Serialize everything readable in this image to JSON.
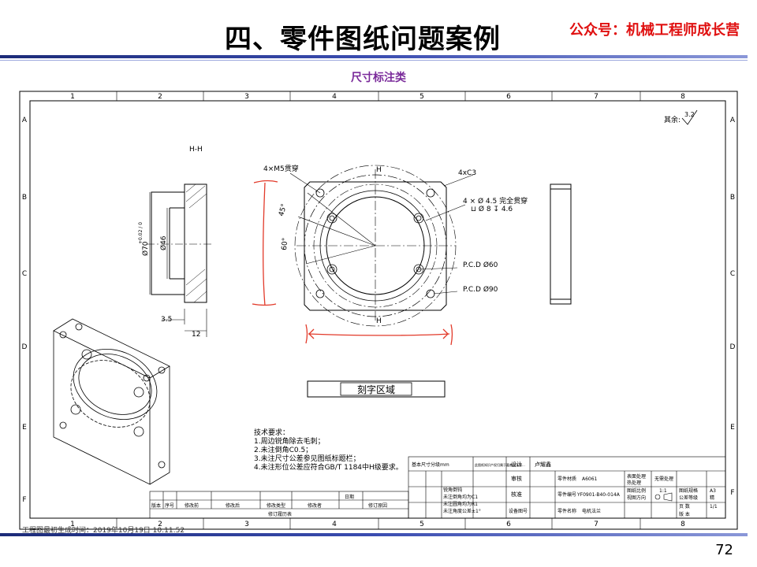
{
  "slide": {
    "title": "四、零件图纸问题案例",
    "brand": "公众号：机械工程师成长营",
    "subtitle": "尺寸标注类",
    "page_number": "72"
  },
  "drawing": {
    "zone_columns": [
      "1",
      "2",
      "3",
      "4",
      "5",
      "6",
      "7",
      "8"
    ],
    "zone_rows": [
      "A",
      "B",
      "C",
      "D",
      "E",
      "F"
    ],
    "roughness": "其余:",
    "roughness_value": "3.2",
    "section_label": "H-H",
    "dim_m5": "4×M5贯穿",
    "dim_c3": "4xC3",
    "dim_hole": "4 × Ø 4.5 完全贯穿",
    "dim_cbore": "⊔ Ø 8 ↧ 4.6",
    "dim_pcd60": "P.C.D Ø60",
    "dim_pcd90": "P.C.D Ø90",
    "dim_angle45": "45°",
    "dim_angle60": "60°",
    "dim_dia70": "Ø70",
    "dim_dia70_tol": "+0.02 / 0",
    "dim_dia46": "Ø46",
    "dim_35": "3.5",
    "dim_12": "12",
    "cut_label": "H",
    "engrave_area": "刻字区域",
    "tech_req": {
      "heading": "技术要求：",
      "items": [
        "1.周边锐角除去毛刺；",
        "2.未注倒角C0.5；",
        "3.未注尺寸公差参见图纸标题栏；",
        "4.未注形位公差应符合GB/T 1184中H级要求。"
      ]
    },
    "revision_headers": [
      "版本",
      "序号",
      "修改前",
      "修改后",
      "修改类型",
      "修改者",
      "日期",
      "修订原因"
    ],
    "revision_caption": "修订履历表",
    "title_block": {
      "design": "设计",
      "designer": "卢耀鑫",
      "review": "审核",
      "approve": "核准",
      "equipment_no": "设备图号",
      "material_label": "零件材质",
      "material": "A6061",
      "surface_label": "表面处理",
      "surface": "无需处理",
      "heat_label": "热处理",
      "part_no_label": "零件编号",
      "part_no": "YF0901-B40-014A",
      "scale_label": "图纸比例",
      "scale": "1:1",
      "paper_label": "图纸规格",
      "paper": "A3",
      "view_label": "视图方向",
      "tol_label": "公差等级",
      "tol": "精",
      "part_name_label": "零件名称",
      "part_name": "电机法兰",
      "page_label": "页 数",
      "page": "1/1",
      "version_label": "版 本",
      "edge_notes": [
        "锐角倒钝",
        "未注倒角均为C1",
        "未注圆角均为R1",
        "未注角度公差±1°"
      ],
      "general_tol": "基本尺寸分级mm",
      "tol_note": "此图纸知识产权归属于嘉善县无锡..."
    },
    "footer_text": "工程图最初生成时间：2019年10月19日 10:11:52"
  }
}
